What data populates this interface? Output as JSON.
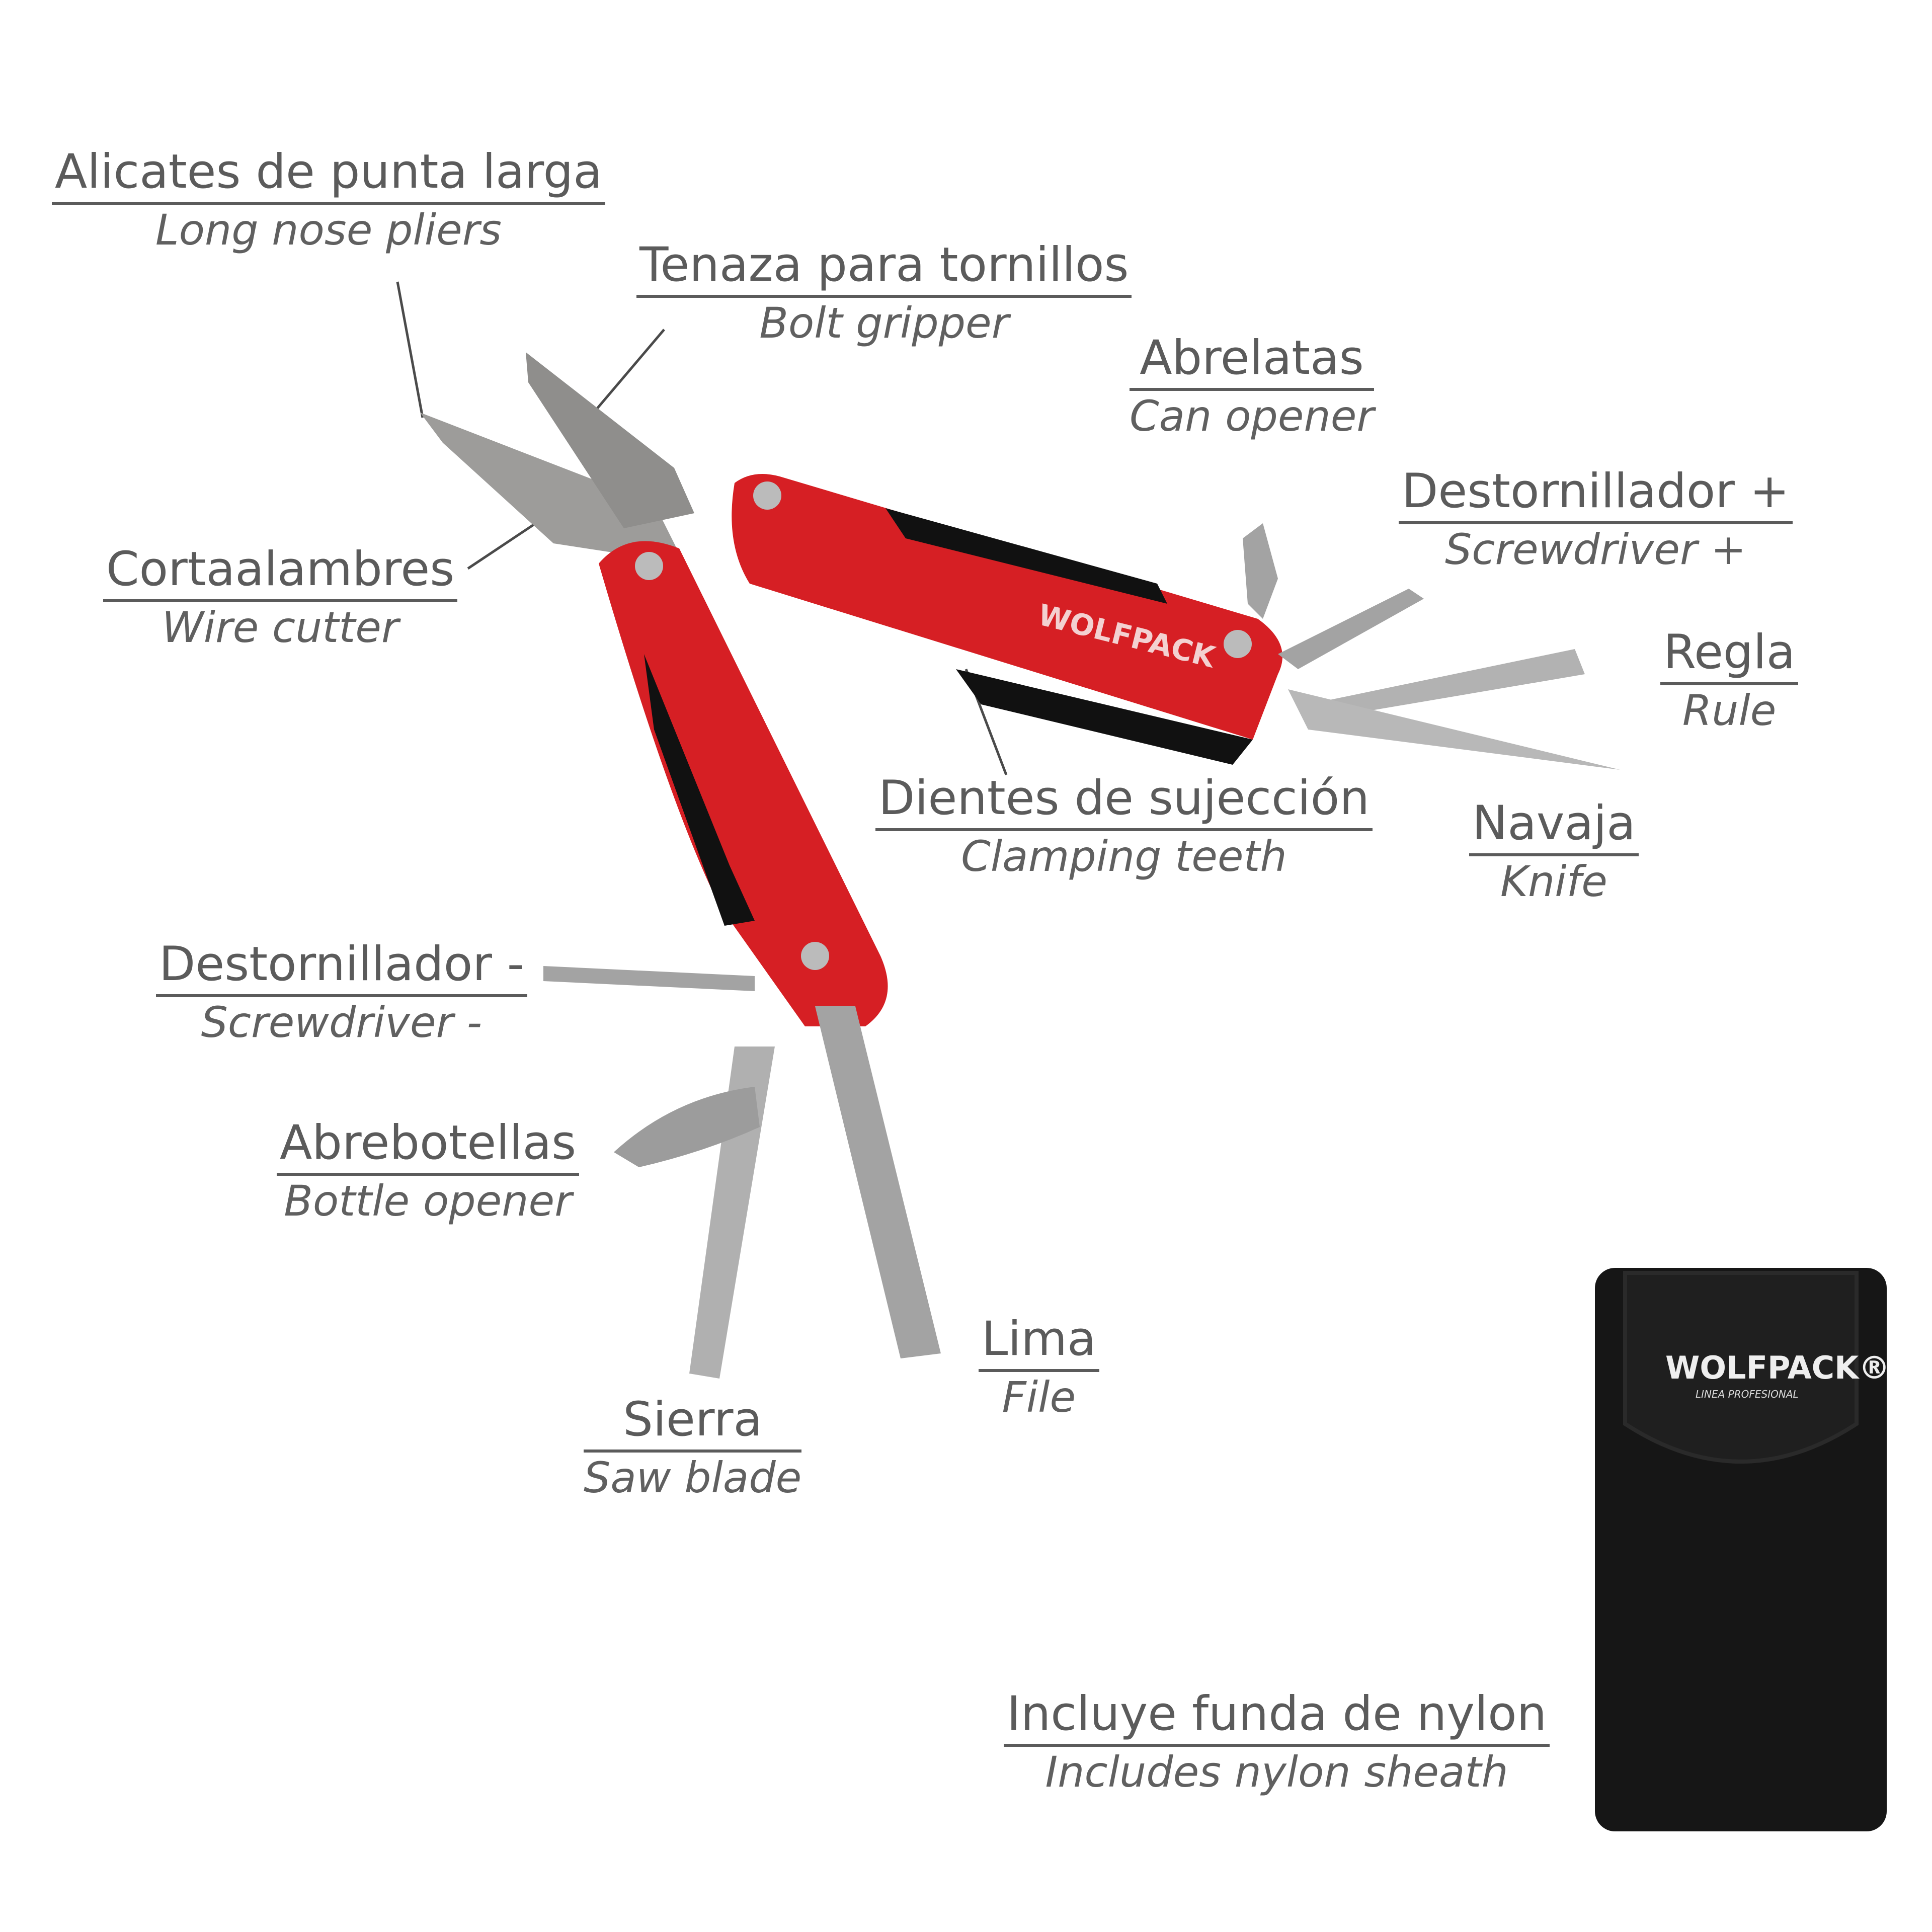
{
  "brand": {
    "name": "WOLFPACK",
    "sheath_sub": "LINEA PROFESIONAL"
  },
  "colors": {
    "handle_red": "#d61f24",
    "steel": "#a9a9ab",
    "text": "#5b5b5b",
    "sheath": "#151515"
  },
  "labels": [
    {
      "es": "Alicates de punta larga",
      "en": "Long nose pliers"
    },
    {
      "es": "Tenaza para tornillos",
      "en": "Bolt gripper"
    },
    {
      "es": "Abrelatas",
      "en": "Can opener"
    },
    {
      "es": "Destornillador +",
      "en": "Screwdriver +"
    },
    {
      "es": "Cortaalambres",
      "en": "Wire cutter"
    },
    {
      "es": "Regla",
      "en": "Rule"
    },
    {
      "es": "Dientes de sujección",
      "en": "Clamping teeth"
    },
    {
      "es": "Navaja",
      "en": "Knife"
    },
    {
      "es": "Destornillador -",
      "en": "Screwdriver -"
    },
    {
      "es": "Abrebotellas",
      "en": "Bottle opener"
    },
    {
      "es": "Lima",
      "en": "File"
    },
    {
      "es": "Sierra",
      "en": "Saw blade"
    },
    {
      "es": "Incluye funda de nylon",
      "en": "Includes nylon sheath"
    }
  ]
}
